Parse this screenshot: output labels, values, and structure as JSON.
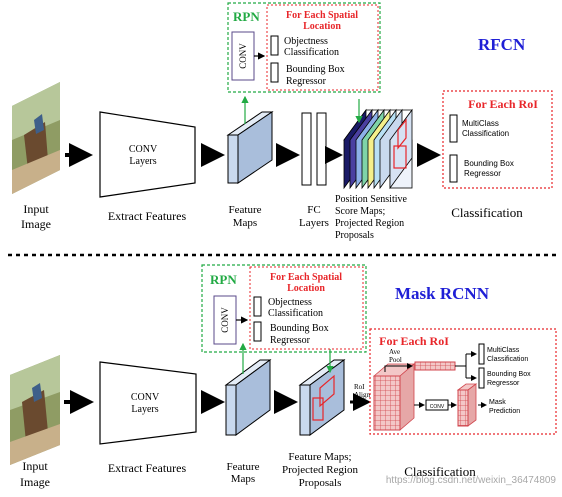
{
  "rfcn": {
    "title": "RFCN",
    "input_label": [
      "Input",
      "Image"
    ],
    "conv_label": [
      "CONV",
      "Layers"
    ],
    "extract_label": "Extract Features",
    "feature_maps_label": [
      "Feature",
      "Maps"
    ],
    "fc_label": [
      "FC",
      "Layers"
    ],
    "psroi_label": [
      "Position Sensitive",
      "Score Maps;",
      "Projected Region",
      "Proposals"
    ],
    "classification_label": "Classification",
    "rpn": {
      "title": "RPN",
      "conv": "CONV",
      "spatial_title": [
        "For Each Spatial",
        "Location"
      ],
      "objectness": [
        "Objectness",
        "Classification"
      ],
      "bbox": [
        "Bounding Box",
        "Regressor"
      ]
    },
    "roi_box": {
      "title": "For Each RoI",
      "multiclass": [
        "MultiClass",
        "Classification"
      ],
      "bbox": [
        "Bounding Box",
        "Regressor"
      ]
    }
  },
  "mask": {
    "title": "Mask RCNN",
    "input_label": [
      "Input",
      "Image"
    ],
    "conv_label": [
      "CONV",
      "Layers"
    ],
    "extract_label": "Extract Features",
    "feature_maps_label": [
      "Feature",
      "Maps"
    ],
    "proj_label": [
      "Feature Maps;",
      "Projected Region",
      "Proposals"
    ],
    "classification_label": "Classification",
    "roi_align": [
      "RoI",
      "Align"
    ],
    "rpn": {
      "title": "RPN",
      "conv": "CONV",
      "spatial_title": [
        "For Each Spatial",
        "Location"
      ],
      "objectness": [
        "Objectness",
        "Classification"
      ],
      "bbox": [
        "Bounding Box",
        "Regressor"
      ]
    },
    "roi_box": {
      "title": "For Each RoI",
      "ave_pool": [
        "Ave",
        "Pool"
      ],
      "multiclass": [
        "MultiClass",
        "Classification"
      ],
      "bbox": [
        "Bounding Box",
        "Regressor"
      ],
      "conv": "CONV",
      "mask_pred": [
        "Mask",
        "Prediction"
      ]
    }
  },
  "watermark": "https://blog.csdn.net/weixin_36474809",
  "colors": {
    "rpn_green": "#22aa44",
    "red": "#e8262a",
    "title_blue": "#1f1fd6",
    "panel_blue": "#c9d9ee"
  }
}
